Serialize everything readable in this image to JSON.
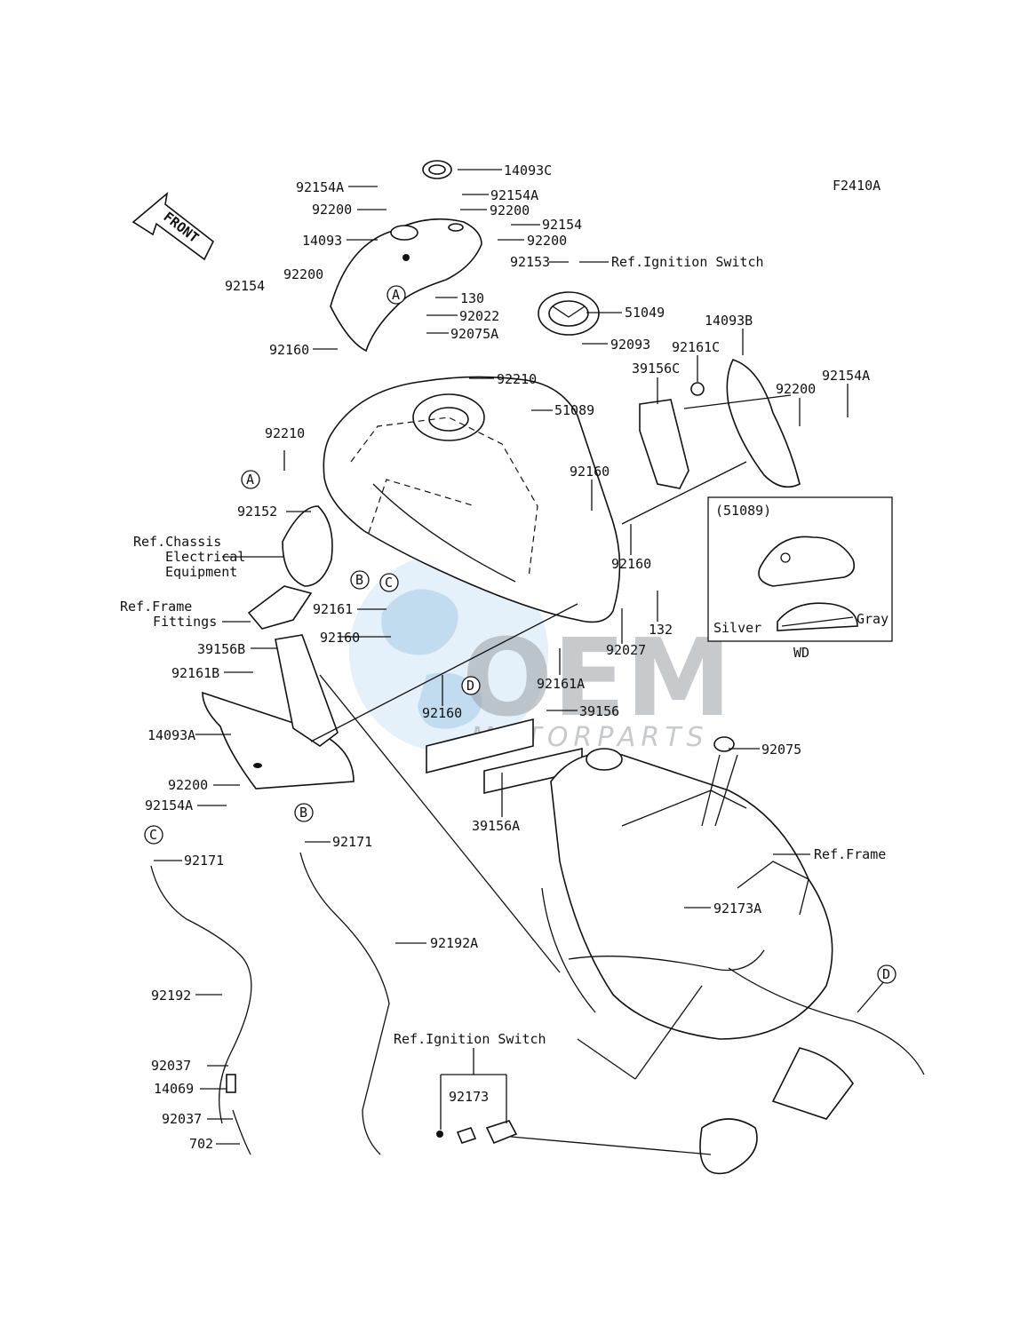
{
  "figure_code": "F2410A",
  "front_arrow": "FRONT",
  "watermark": {
    "main": "OEM",
    "sub": "MOTORPARTS"
  },
  "inset": {
    "title": "(51089)",
    "silver": "Silver",
    "gray": "Gray",
    "caption": "WD"
  },
  "circle_refs": [
    "A",
    "A",
    "B",
    "B",
    "C",
    "C",
    "D",
    "D"
  ],
  "labels": {
    "p14093C": "14093C",
    "p92154A_1": "92154A",
    "p92154A_2": "92154A",
    "p92200_1": "92200",
    "p92200_2": "92200",
    "p92154_1": "92154",
    "p92200_3": "92200",
    "p14093": "14093",
    "p92153": "92153",
    "ref_ignition_1": "Ref.Ignition Switch",
    "p92154_2": "92154",
    "p92200_4": "92200",
    "p130": "130",
    "p51049": "51049",
    "p92022": "92022",
    "p14093B": "14093B",
    "p92075A": "92075A",
    "p92093": "92093",
    "p92160_1": "92160",
    "p92210_1": "92210",
    "p92161C": "92161C",
    "p39156C": "39156C",
    "p92200_5": "92200",
    "p92154A_3": "92154A",
    "p51089": "51089",
    "p92210_2": "92210",
    "p92160_2": "92160",
    "p92152": "92152",
    "ref_chassis_1": "Ref.Chassis",
    "ref_chassis_2": "Electrical",
    "ref_chassis_3": "Equipment",
    "p92160_3": "92160",
    "ref_frame_fit_1": "Ref.Frame",
    "ref_frame_fit_2": "Fittings",
    "p92161": "92161",
    "p132": "132",
    "p92160_4": "92160",
    "p39156B": "39156B",
    "p92027": "92027",
    "p92161B": "92161B",
    "p92161A": "92161A",
    "p92160_5": "92160",
    "p39156": "39156",
    "p14093A": "14093A",
    "p92075": "92075",
    "p92200_6": "92200",
    "p92154A_4": "92154A",
    "p39156A": "39156A",
    "p92171_1": "92171",
    "p92171_2": "92171",
    "ref_frame": "Ref.Frame",
    "p92173A": "92173A",
    "p92192A": "92192A",
    "p92192": "92192",
    "ref_ignition_2": "Ref.Ignition Switch",
    "p92037_1": "92037",
    "p92173": "92173",
    "p14069": "14069",
    "p92037_2": "92037",
    "p702": "702"
  }
}
